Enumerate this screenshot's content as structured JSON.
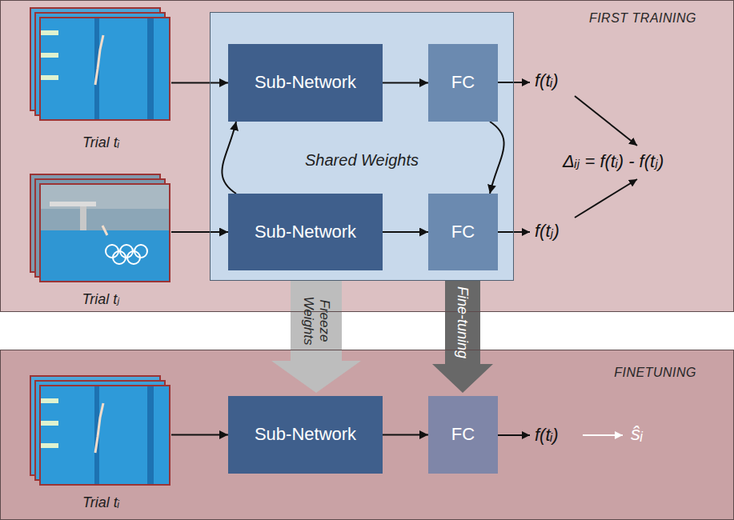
{
  "diagram": {
    "nodes": [
      {
        "text": [
          "FIRST TRAINING"
        ]
      },
      {
        "text": [
          "Trial tᵢ"
        ],
        "in": 0
      },
      {
        "text": [
          "Trial tⱼ"
        ],
        "in": 0
      },
      {
        "text": [
          "Shared Weights"
        ],
        "in": 0
      },
      {
        "text": [
          "Sub-Network"
        ],
        "in": 3
      },
      {
        "text": [
          "FC"
        ],
        "in": 3
      },
      {
        "text": [
          "Sub-Network"
        ],
        "in": 3
      },
      {
        "text": [
          "FC"
        ],
        "in": 3
      },
      {
        "text": [
          "FINETUNING"
        ]
      },
      {
        "text": [
          "Trial tᵢ"
        ],
        "in": 8
      },
      {
        "text": [
          "Sub-Network"
        ],
        "in": 8
      },
      {
        "text": [
          "FC"
        ],
        "in": 8
      }
    ],
    "edges": [
      {
        "from": 1,
        "to": 4,
        "arrow": "to"
      },
      {
        "from": 4,
        "to": 5,
        "arrow": "to"
      },
      {
        "from": 2,
        "to": 6,
        "arrow": "to"
      },
      {
        "from": 6,
        "to": 7,
        "arrow": "to"
      },
      {
        "from": 6,
        "to": 4,
        "arrow": "to"
      },
      {
        "from": 5,
        "to": 7,
        "arrow": "to"
      },
      {
        "from": 6,
        "to": 10,
        "label": "Freeze Weights",
        "arrow": "to"
      },
      {
        "from": 7,
        "to": 11,
        "label": "Fine-tuning",
        "arrow": "to"
      },
      {
        "from": 9,
        "to": 10,
        "arrow": "to"
      },
      {
        "from": 10,
        "to": 11,
        "arrow": "to"
      }
    ],
    "labels": [
      "f(tᵢ)",
      "f(tⱼ)",
      "Δᵢⱼ = f(tᵢ) - f(tⱼ)",
      "f(tᵢ)",
      "ŝᵢ"
    ]
  }
}
